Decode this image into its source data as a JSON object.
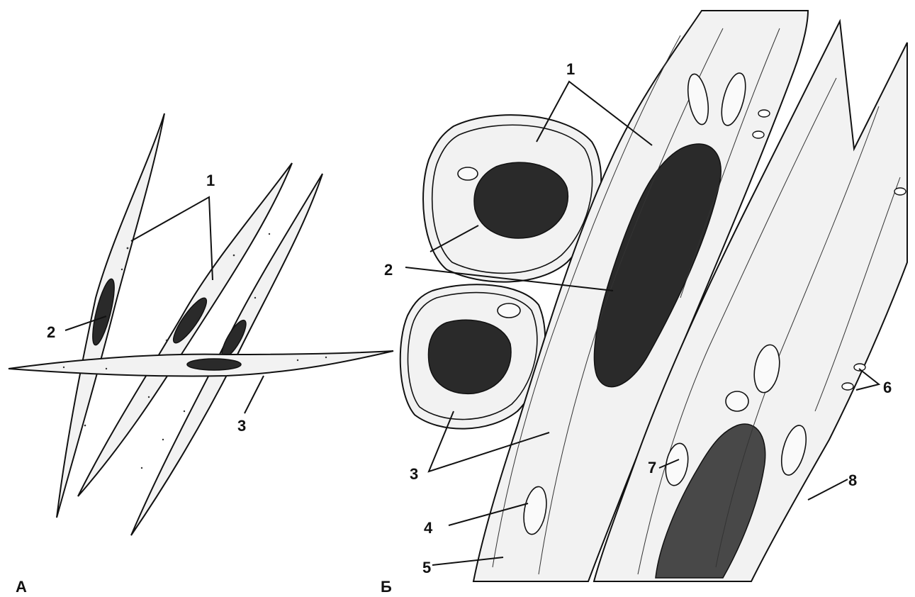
{
  "figure": {
    "panel_a": "А",
    "panel_b": "Б"
  },
  "labels_a": [
    "1",
    "2",
    "3"
  ],
  "labels_b": [
    "1",
    "2",
    "3",
    "4",
    "5",
    "6",
    "7",
    "8"
  ],
  "colors": {
    "ink": "#111111",
    "cytoplasm": "#f2f2f2",
    "nucleus": "#2a2a2a",
    "background": "#ffffff"
  }
}
